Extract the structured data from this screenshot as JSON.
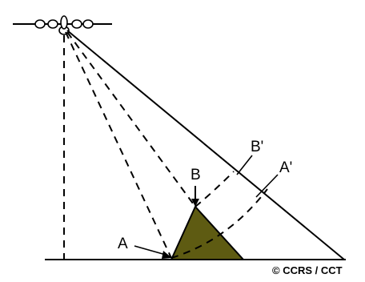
{
  "labels": {
    "point_a": "A",
    "point_b": "B",
    "point_b_prime": "B'",
    "point_a_prime": "A'"
  },
  "credit": "© CCRS / CCT",
  "colors": {
    "stroke": "#000000",
    "terrain_fill": "#5e5b12",
    "background": "#ffffff"
  }
}
